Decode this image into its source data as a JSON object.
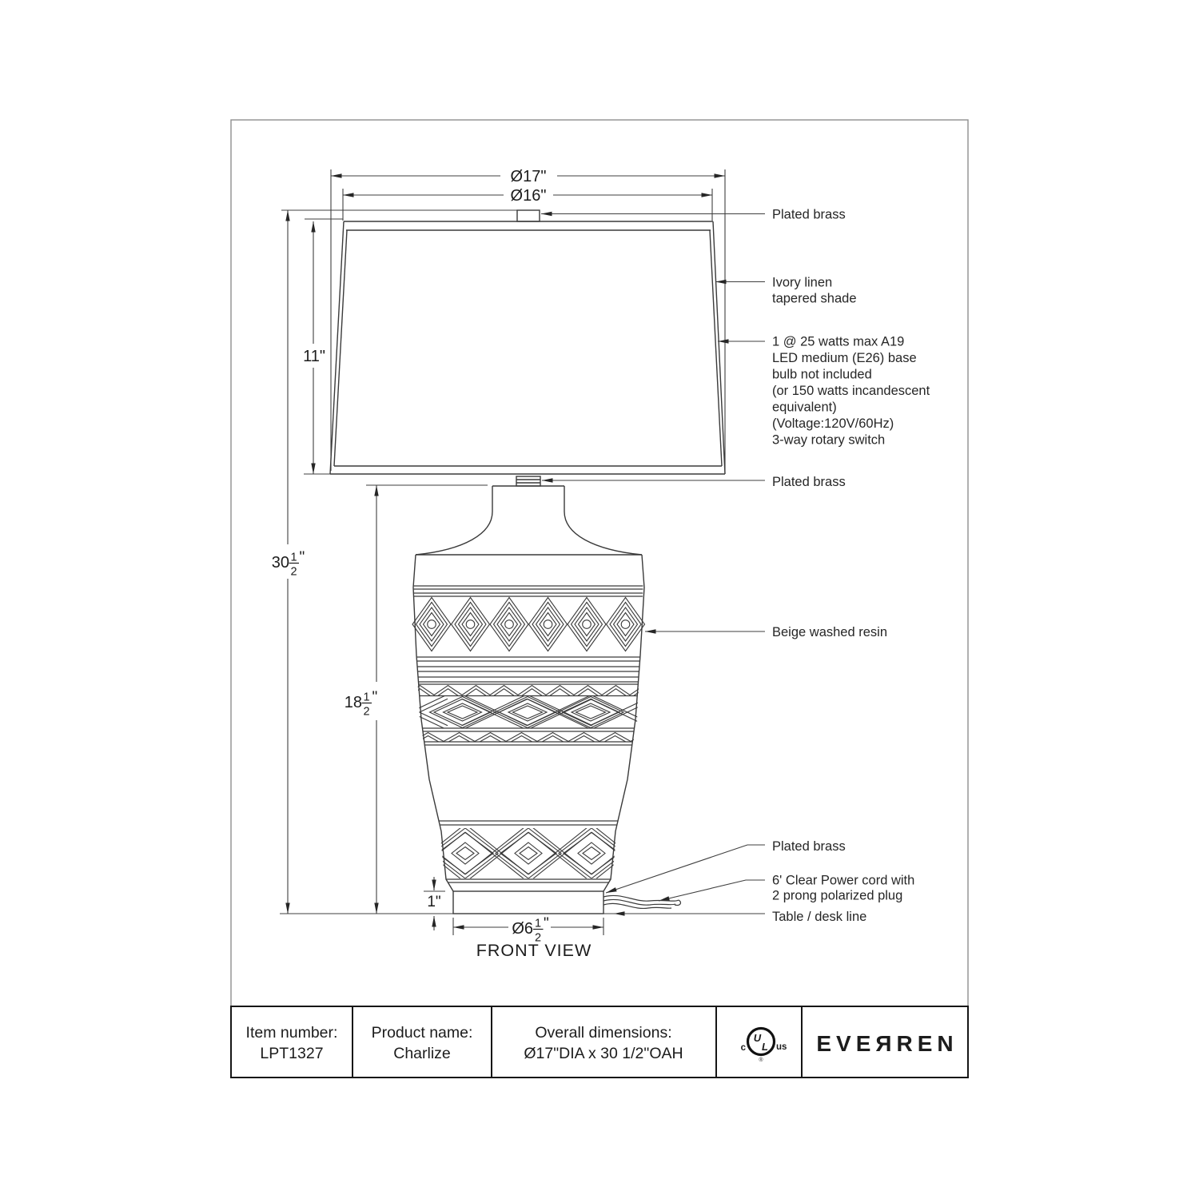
{
  "dimensions": {
    "shade_bottom_dia": "Ø17\"",
    "shade_top_dia": "Ø16\"",
    "shade_height": "11\"",
    "overall_height": {
      "whole": "30",
      "num": "1",
      "den": "2",
      "unit": "\""
    },
    "body_height": {
      "whole": "18",
      "num": "1",
      "den": "2",
      "unit": "\""
    },
    "base_height": "1\"",
    "base_dia": {
      "whole": "Ø6",
      "num": "1",
      "den": "2",
      "unit": "\""
    }
  },
  "callouts": {
    "plated_brass_top": "Plated brass",
    "shade_line1": "Ivory linen",
    "shade_line2": "tapered shade",
    "bulb_lines": [
      "1 @ 25 watts max A19",
      "LED medium (E26) base",
      "bulb not included",
      "(or 150 watts incandescent",
      "equivalent)",
      "(Voltage:120V/60Hz)",
      "3-way rotary switch"
    ],
    "plated_brass_mid": "Plated brass",
    "body_material": "Beige washed resin",
    "plated_brass_base": "Plated brass",
    "cord_line1": "6' Clear Power cord with",
    "cord_line2": "2 prong polarized plug",
    "table_line": "Table / desk line"
  },
  "view_label": "FRONT VIEW",
  "title_block": {
    "item_label": "Item number:",
    "item_value": "LPT1327",
    "product_label": "Product name:",
    "product_value": "Charlize",
    "dims_label": "Overall dimensions:",
    "dims_value": "Ø17\"DIA x 30 1/2\"OAH",
    "ul_c": "c",
    "ul_u": "U",
    "ul_l": "L",
    "ul_us": "us",
    "ul_r": "®",
    "brand": "EVEЯREN"
  },
  "colors": {
    "line": "#3a3a3a",
    "dim": "#3f3f3f",
    "text": "#1c1c1c",
    "border": "#8f8f8f"
  }
}
